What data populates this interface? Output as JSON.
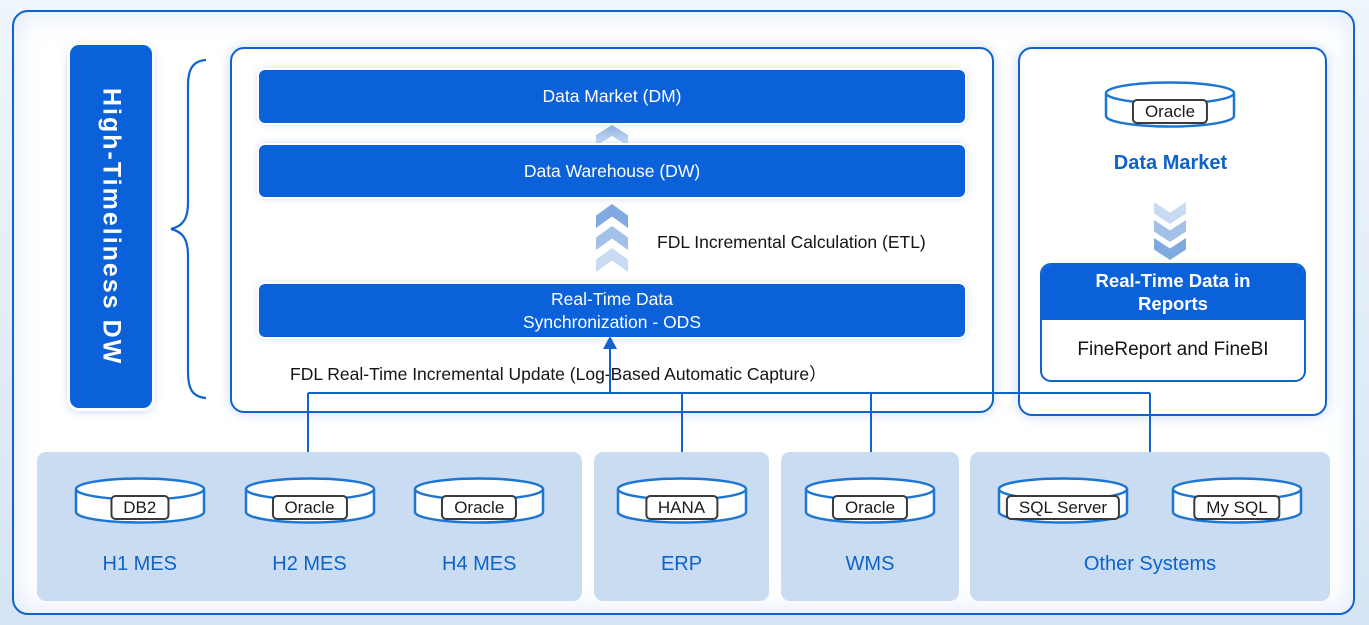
{
  "banner": {
    "title": "High-Timeliness DW"
  },
  "main_panel": {
    "dm_label": "Data Market (DM)",
    "dw_label": "Data Warehouse (DW)",
    "etl_note": "FDL Incremental Calculation (ETL)",
    "ods_line1": "Real-Time Data",
    "ods_line2": "Synchronization - ODS",
    "update_note": "FDL Real-Time Incremental Update (Log-Based Automatic Capture）"
  },
  "right_panel": {
    "cylinder_label": "Oracle",
    "title": "Data Market",
    "card": {
      "header_line1": "Real-Time Data in",
      "header_line2": "Reports",
      "body": "FineReport and FineBI"
    }
  },
  "source_groups": [
    {
      "cylinders": [
        "DB2",
        "Oracle",
        "Oracle"
      ],
      "labels": [
        "H1 MES",
        "H2 MES",
        "H4 MES"
      ]
    },
    {
      "cylinders": [
        "HANA"
      ],
      "labels": [
        "ERP"
      ]
    },
    {
      "cylinders": [
        "Oracle"
      ],
      "labels": [
        "WMS"
      ]
    },
    {
      "cylinders": [
        "SQL Server",
        "My SQL"
      ],
      "labels": [
        "Other Systems"
      ]
    }
  ],
  "colors": {
    "bar_blue": "#0B61D9",
    "line_blue": "#1063CC",
    "label_blue": "#0E63C8",
    "group_bg": "#C9DCF2",
    "cylinder_border": "#1C76D2",
    "chevron_dark": "#7FA9DF",
    "chevron_mid": "#A3C0E9",
    "chevron_light": "#C9DBF3"
  }
}
